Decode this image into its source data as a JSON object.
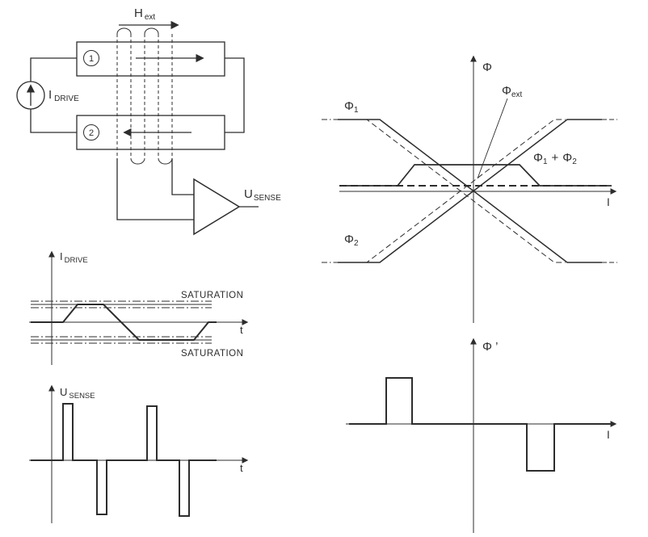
{
  "meta": {
    "background": "#ffffff",
    "ink": "#2d2d2d"
  },
  "circuit": {
    "h_ext": {
      "base": "H",
      "sub": "ext"
    },
    "core1_num": "1",
    "core2_num": "2",
    "i_drive": {
      "base": "I",
      "sub": "DRIVE"
    },
    "u_sense": {
      "base": "U",
      "sub": "SENSE"
    }
  },
  "flux_chart": {
    "y_label": "Φ",
    "x_label": "I",
    "phi1": {
      "base": "Φ",
      "sub": "1"
    },
    "phi2": {
      "base": "Φ",
      "sub": "2"
    },
    "phi_ext": {
      "base": "Φ",
      "sub": "ext"
    },
    "sum": {
      "phi_a": "Φ",
      "sub_a": "1",
      "plus": "+",
      "phi_b": "Φ",
      "sub_b": "2"
    }
  },
  "drive_chart": {
    "y_label": {
      "base": "I",
      "sub": "DRIVE"
    },
    "x_label": "t",
    "saturation_upper": "SATURATION",
    "saturation_lower": "SATURATION"
  },
  "sense_chart": {
    "y_label": {
      "base": "U",
      "sub": "SENSE"
    },
    "x_label": "t"
  },
  "derivative_chart": {
    "y_label": "Φ ’",
    "x_label": "I"
  }
}
